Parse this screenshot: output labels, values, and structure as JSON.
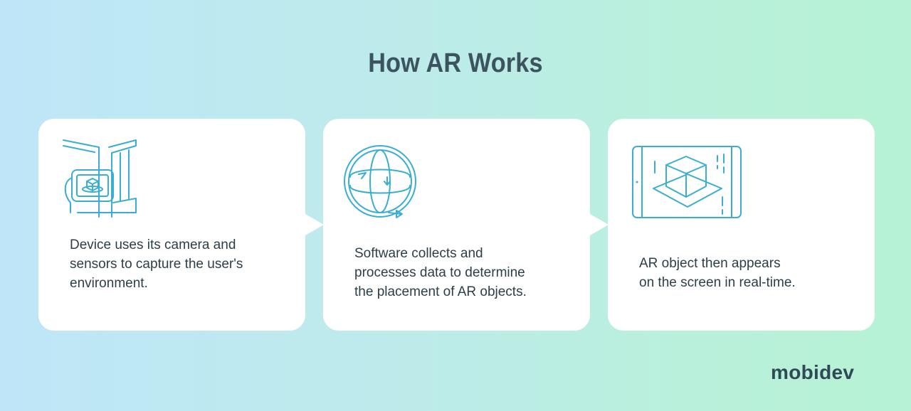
{
  "title": "How AR Works",
  "steps": [
    {
      "icon": "ar-device-camera-icon",
      "lines": [
        "Device uses its camera and",
        "sensors to capture the user's",
        "environment."
      ]
    },
    {
      "icon": "rotation-orbit-icon",
      "lines": [
        "Software collects and",
        "processes data to determine",
        "the placement of AR objects."
      ]
    },
    {
      "icon": "tablet-ar-cube-icon",
      "lines": [
        "AR object then appears",
        "on the screen in real-time."
      ]
    }
  ],
  "logo": "mobidev",
  "colors": {
    "icon_stroke": "#3aaed2",
    "title_text": "#3c5360",
    "card_background": "#ffffff",
    "body_text": "#2c3e48"
  }
}
